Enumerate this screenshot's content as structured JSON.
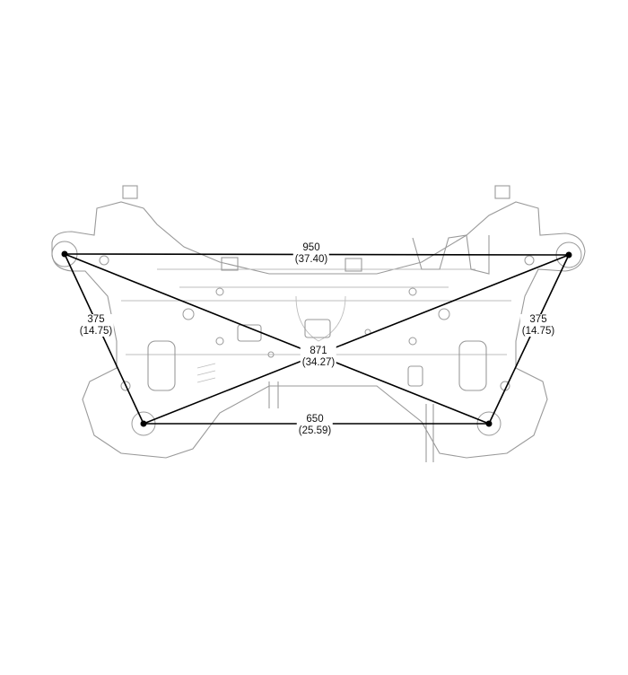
{
  "dimensions": {
    "top_width": {
      "mm": "950",
      "in": "(37.40)"
    },
    "left_side": {
      "mm": "375",
      "in": "(14.75)"
    },
    "right_side": {
      "mm": "375",
      "in": "(14.75)"
    },
    "diagonal": {
      "mm": "871",
      "in": "(34.27)"
    },
    "bottom_width": {
      "mm": "650",
      "in": "(25.59)"
    }
  }
}
